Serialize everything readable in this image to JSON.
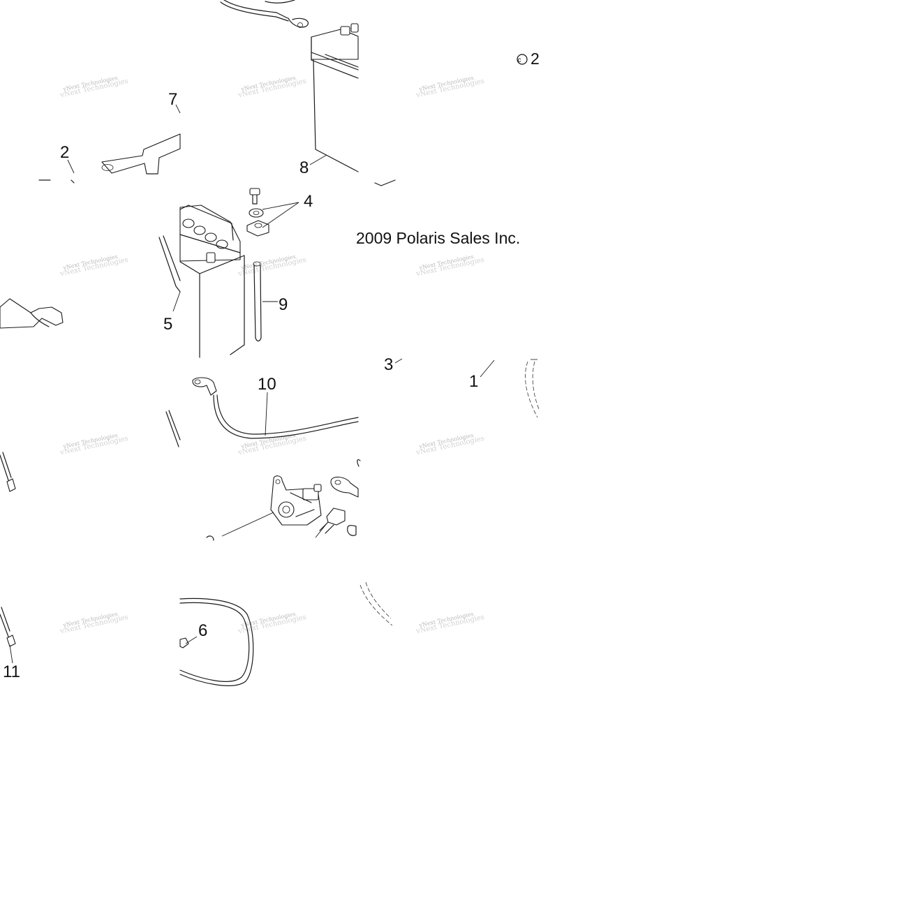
{
  "diagram": {
    "copyright_fragment": "©2",
    "copyright_text": "2009 Polaris Sales Inc.",
    "watermark": "vNext Technologies",
    "callouts": [
      {
        "id": "1",
        "label": "1"
      },
      {
        "id": "2",
        "label": "2"
      },
      {
        "id": "3",
        "label": "3"
      },
      {
        "id": "4",
        "label": "4"
      },
      {
        "id": "5",
        "label": "5"
      },
      {
        "id": "6",
        "label": "6"
      },
      {
        "id": "7",
        "label": "7"
      },
      {
        "id": "8",
        "label": "8"
      },
      {
        "id": "9",
        "label": "9"
      },
      {
        "id": "10",
        "label": "10"
      },
      {
        "id": "11",
        "label": "11"
      }
    ]
  }
}
